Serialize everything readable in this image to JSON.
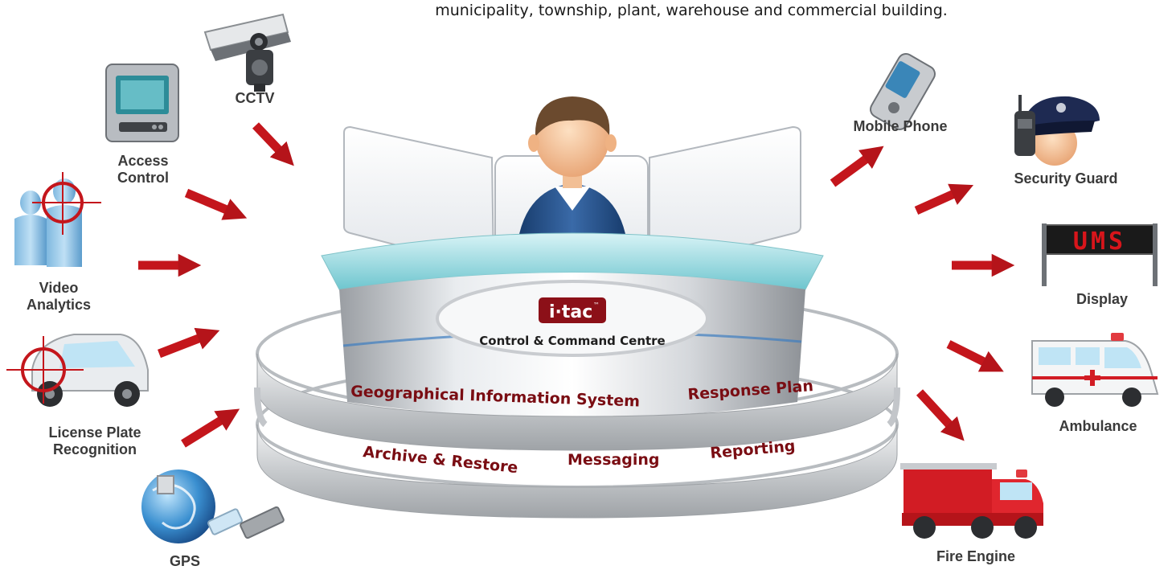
{
  "caption": "municipality, township, plant, warehouse and commercial building.",
  "centre": {
    "logo": "i·tac",
    "logo_tm": "™",
    "title": "Control & Command Centre",
    "ring_upper": [
      "Geographical Information System",
      "Response Plan"
    ],
    "ring_lower": [
      "Archive & Restore",
      "Messaging",
      "Reporting"
    ]
  },
  "inputs": {
    "cctv": "CCTV",
    "access_control": [
      "Access",
      "Control"
    ],
    "video_analytics": [
      "Video",
      "Analytics"
    ],
    "license_plate": [
      "License Plate",
      "Recognition"
    ],
    "gps": "GPS"
  },
  "outputs": {
    "mobile_phone": "Mobile Phone",
    "security_guard": "Security Guard",
    "display": "Display",
    "display_sign": "UMS",
    "ambulance": "Ambulance",
    "fire_engine": "Fire Engine"
  },
  "colors": {
    "arrow": "#c4161c",
    "ring_text": "#7a0d13",
    "logo_bg": "#8c1018"
  }
}
